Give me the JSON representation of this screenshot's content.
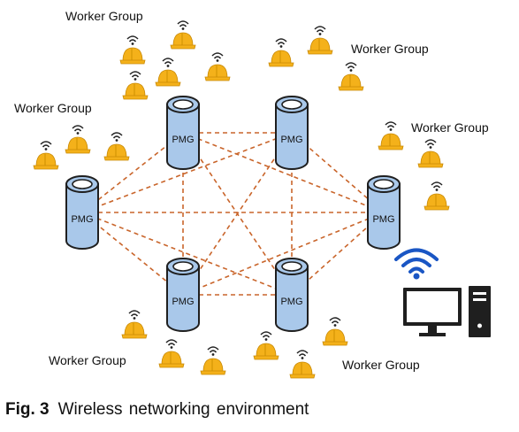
{
  "diagram": {
    "node_label": "PMG",
    "group_label": "Worker Group",
    "colors": {
      "node_fill": "#a9c8ea",
      "node_stroke": "#1f1f1f",
      "link": "#c9652b",
      "helmet": "#f4b11a",
      "wifi_network": "#1a56c4",
      "computer": "#1f1f1f"
    }
  },
  "caption": {
    "label": "Fig. 3",
    "text": "Wireless networking environment"
  }
}
